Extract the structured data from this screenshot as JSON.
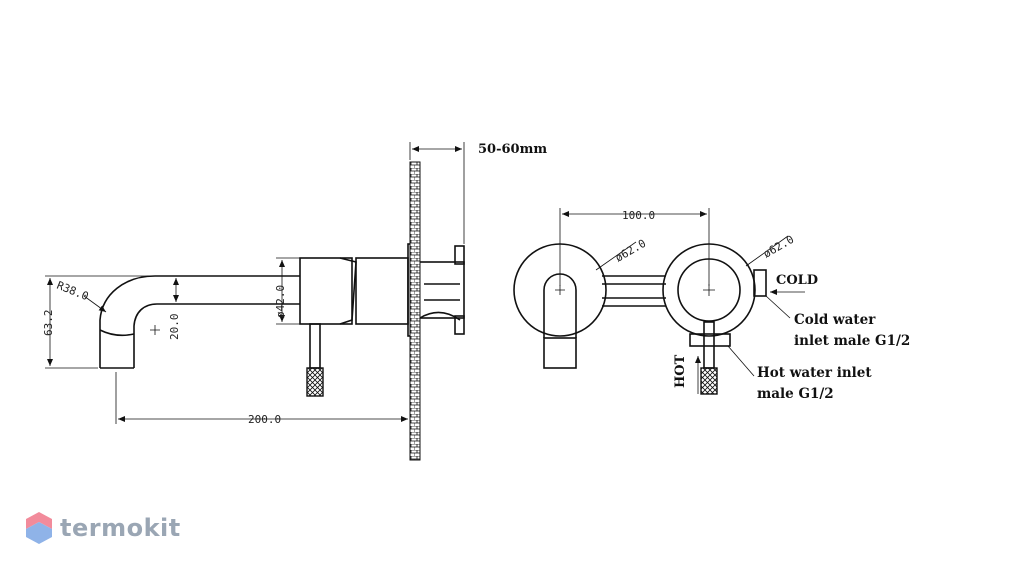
{
  "dimensions": {
    "wall_thickness": "50-60mm",
    "handle_spacing": "100.0",
    "hot_diameter": "ø62.0",
    "cold_diameter": "ø62.0",
    "spout_radius": "R38.0",
    "spout_height": "63.2",
    "spout_tube": "20.0",
    "body_diameter": "ø42.0",
    "spout_reach": "200.0"
  },
  "labels": {
    "cold": "COLD",
    "hot": "HOT",
    "cold_inlet_1": "Cold water",
    "cold_inlet_2": "inlet male G1/2",
    "hot_inlet_1": "Hot water inlet",
    "hot_inlet_2": "male G1/2"
  },
  "brand": {
    "name": "termokit",
    "color": "#9aa6b4",
    "logo_colors": [
      "#f28b9b",
      "#8fb3e8"
    ]
  }
}
